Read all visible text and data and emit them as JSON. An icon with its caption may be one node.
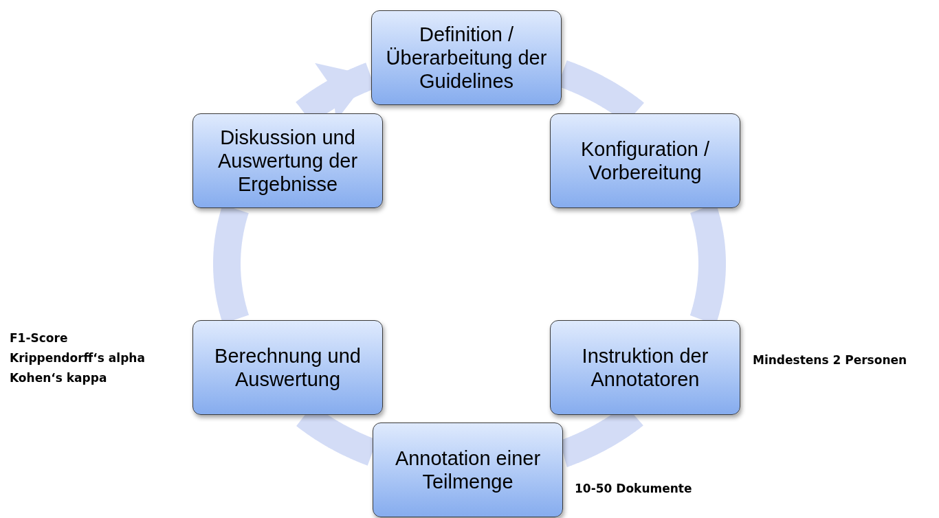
{
  "diagram": {
    "nodes": [
      {
        "text": [
          "Definition / Überarbeitung der Guidelines"
        ]
      },
      {
        "text": [
          "Konfiguration / Vorbereitung"
        ]
      },
      {
        "text": [
          "Instruktion der Annotatoren"
        ],
        "beside": [
          "Mindestens 2 Personen"
        ]
      },
      {
        "text": [
          "Annotation einer Teilmenge"
        ],
        "beside": [
          "10-50 Dokumente"
        ]
      },
      {
        "text": [
          "Berechnung und Auswertung"
        ],
        "beside": [
          "F1-Score",
          "Krippendorff‘s alpha",
          "Kohen‘s kappa"
        ]
      },
      {
        "text": [
          "Diskussion und Auswertung der Ergebnisse"
        ]
      }
    ],
    "edges": [
      {
        "from": 0,
        "to": 1,
        "arrow": "none"
      },
      {
        "from": 1,
        "to": 2,
        "arrow": "none"
      },
      {
        "from": 2,
        "to": 3,
        "arrow": "none"
      },
      {
        "from": 3,
        "to": 4,
        "arrow": "none"
      },
      {
        "from": 4,
        "to": 5,
        "arrow": "none"
      },
      {
        "from": 5,
        "to": 0,
        "arrow": "to"
      }
    ]
  }
}
